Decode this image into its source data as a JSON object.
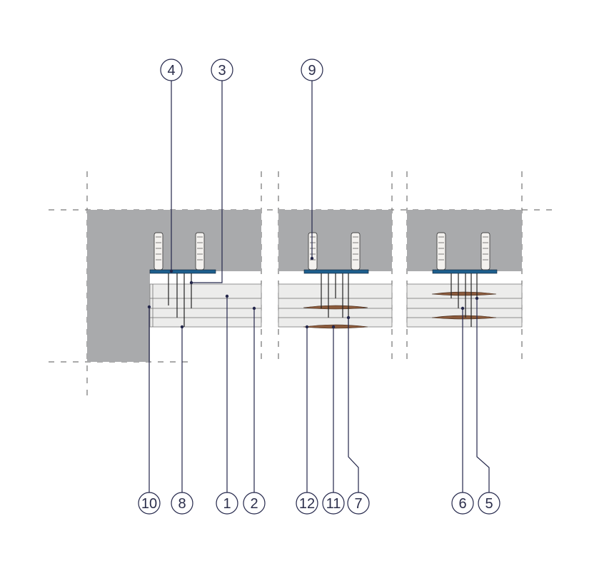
{
  "diagram": {
    "callouts": {
      "c1": "1",
      "c2": "2",
      "c3": "3",
      "c4": "4",
      "c5": "5",
      "c6": "6",
      "c7": "7",
      "c8": "8",
      "c9": "9",
      "c10": "10",
      "c11": "11",
      "c12": "12"
    },
    "colors": {
      "concrete": "#a9aaac",
      "board": "#ececeb",
      "profile": "#1d5e8c",
      "adhesive": "#8a5a3c",
      "leader": "#23264a"
    }
  }
}
